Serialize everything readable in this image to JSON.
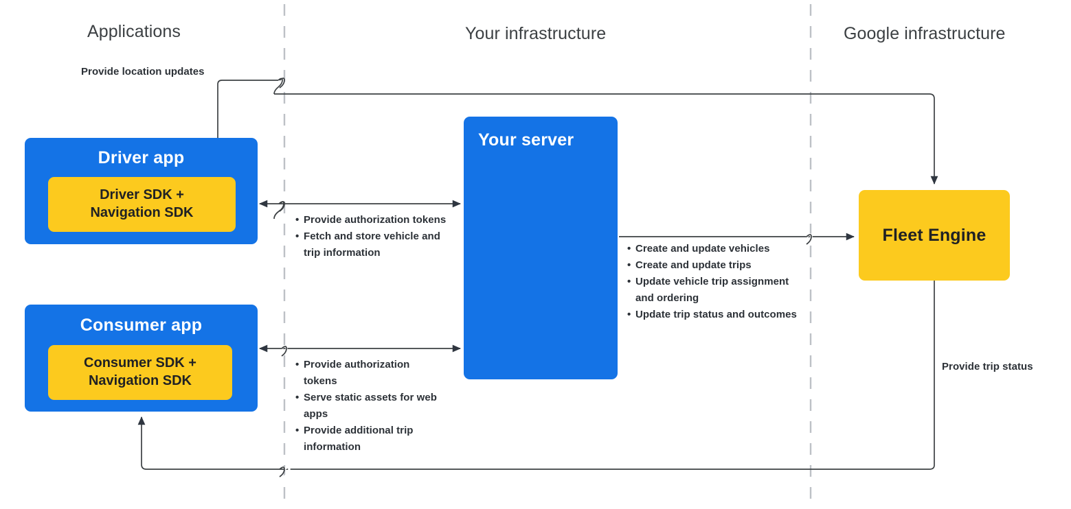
{
  "headers": [
    {
      "id": "applications",
      "label": "Applications"
    },
    {
      "id": "your-infrastructure",
      "label": "Your infrastructure"
    },
    {
      "id": "google-infrastructure",
      "label": "Google infrastructure"
    }
  ],
  "boxes": {
    "driver_app": {
      "title": "Driver app",
      "sdk": "Driver SDK +\nNavigation SDK"
    },
    "consumer_app": {
      "title": "Consumer app",
      "sdk": "Consumer SDK +\nNavigation SDK"
    },
    "your_server": {
      "title": "Your server"
    },
    "fleet_engine": {
      "title": "Fleet Engine"
    }
  },
  "edge_labels": {
    "location_updates": "Provide location updates",
    "trip_status": "Provide trip status"
  },
  "bullets": {
    "driver_to_server": [
      "Provide authorization tokens",
      "Fetch and store vehicle and trip information"
    ],
    "consumer_to_server": [
      "Provide authorization tokens",
      "Serve static assets for web apps",
      "Provide additional trip information"
    ],
    "server_to_fleet_engine": [
      "Create and update vehicles",
      "Create and update trips",
      "Update vehicle trip assignment and ordering",
      "Update trip status and outcomes"
    ]
  },
  "colors": {
    "blue": "#1473e6",
    "yellow": "#fcca1e",
    "header_text": "#3c4043",
    "body_text": "#2c3137",
    "connector": "#3c4043",
    "divider": "#bdc1c6",
    "background": "#ffffff"
  }
}
